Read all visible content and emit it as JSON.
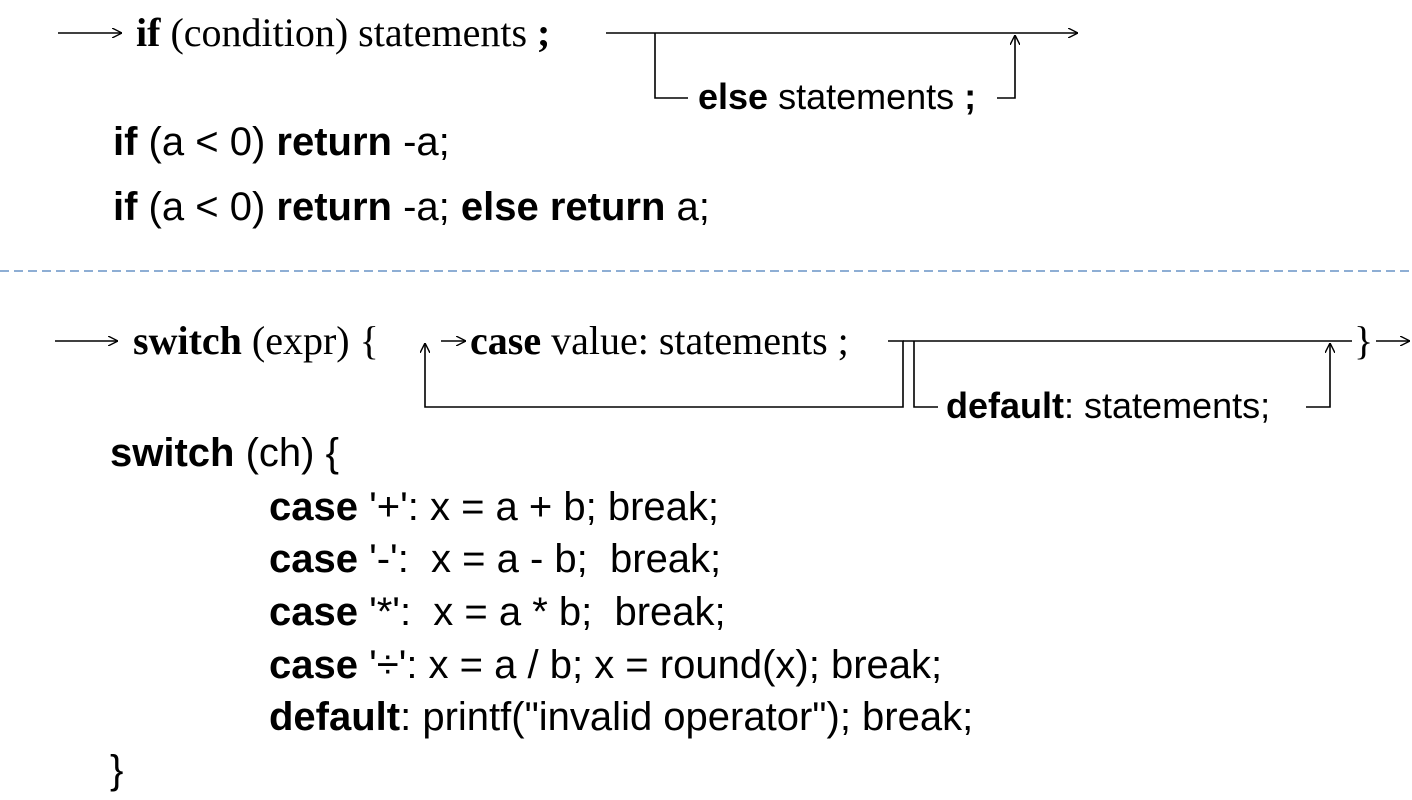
{
  "if_syntax": {
    "kw_if": "if",
    "rest": " (condition) statements ",
    "semi": ";",
    "kw_else": "else",
    "else_rest": " statements ",
    "else_semi": ";"
  },
  "if_examples": [
    {
      "kw1": "if",
      "t1": " (a < 0) ",
      "kw2": "return",
      "t2": " -a;"
    },
    {
      "kw1": "if",
      "t1": " (a < 0) ",
      "kw2": "return",
      "t2": " -a; ",
      "kw3": "else return",
      "t3": " a;"
    }
  ],
  "switch_syntax": {
    "kw_switch": "switch",
    "open": " (expr) {",
    "kw_case": "case",
    "case_rest": " value: statements ;",
    "close": "}",
    "kw_default": "default",
    "default_rest": ": statements;"
  },
  "switch_example": {
    "header_kw": "switch",
    "header_rest": " (ch) {",
    "lines": [
      {
        "kw": "case",
        "rest": " '+': x = a + b; break;"
      },
      {
        "kw": "case",
        "rest": " '-':  x = a - b;  break;"
      },
      {
        "kw": "case",
        "rest": " '*':  x = a * b;  break;"
      },
      {
        "kw": "case",
        "rest": " '÷': x = a / b; x = round(x); break;"
      },
      {
        "kw": "default",
        "rest": ": printf(\"invalid operator\"); break;"
      }
    ],
    "closing": "}"
  },
  "colors": {
    "divider": "#4a7ebb",
    "text": "#000000"
  }
}
